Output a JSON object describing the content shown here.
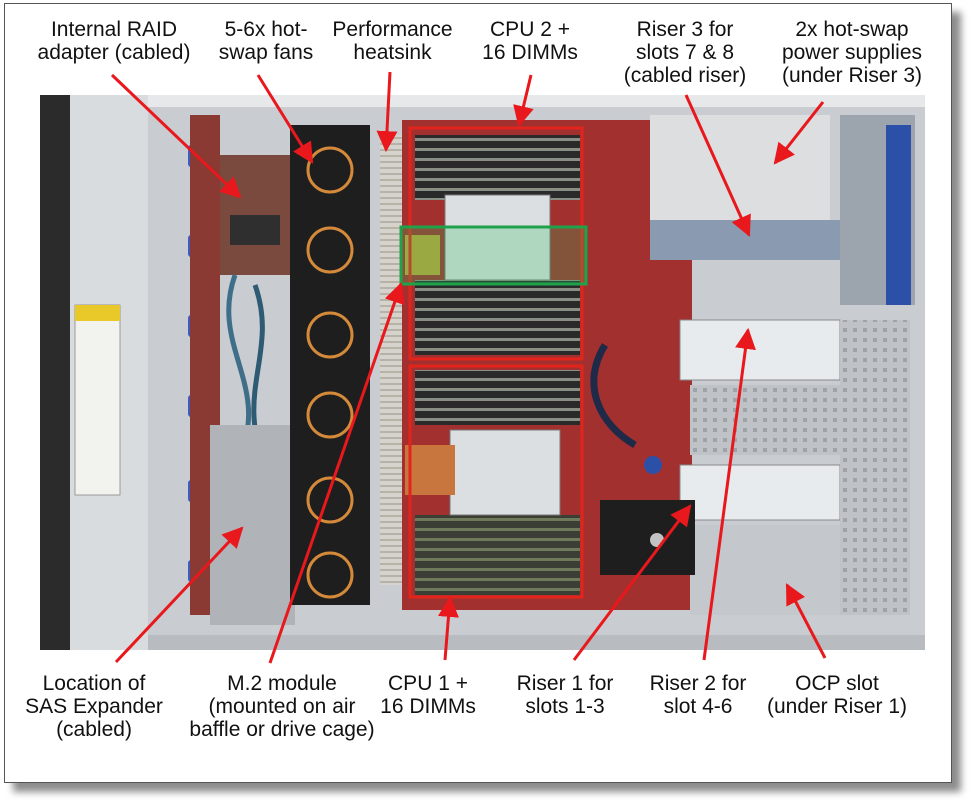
{
  "callouts": {
    "raid": "Internal RAID\nadapter (cabled)",
    "fans": "5-6x hot-\nswap fans",
    "heatsink": "Performance\nheatsink",
    "cpu2": "CPU 2 +\n16 DIMMs",
    "riser3": "Riser 3 for\nslots 7 & 8\n(cabled riser)",
    "psu": "2x hot-swap\npower supplies\n(under Riser 3)",
    "sas": "Location of\nSAS Expander\n(cabled)",
    "m2": "M.2 module\n(mounted on air\nbaffle or drive cage)",
    "cpu1": "CPU 1 +\n16 DIMMs",
    "riser1": "Riser 1 for\nslots 1-3",
    "riser2": "Riser 2 for\nslot 4-6",
    "ocp": "OCP slot\n(under Riser 1)"
  },
  "colors": {
    "arrow": "#e8181c",
    "cpu_box": "#e3241c",
    "m2_box": "#1fa34a",
    "board": "#a2302e",
    "chassis": "#c9cdd2"
  }
}
